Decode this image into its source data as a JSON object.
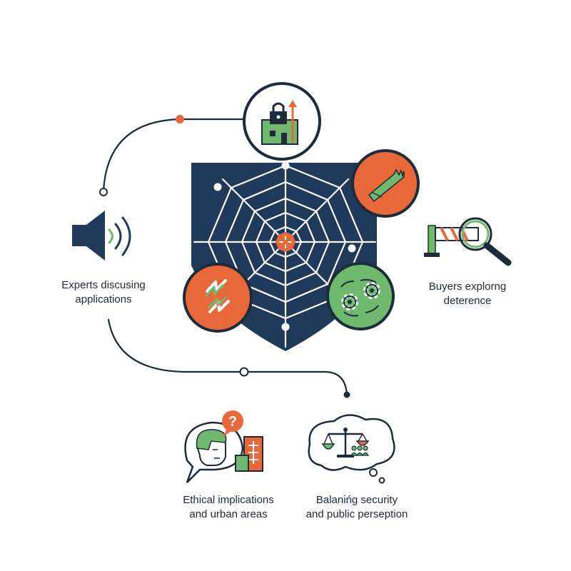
{
  "colors": {
    "navy": "#1f3a5a",
    "orange": "#e8683a",
    "green": "#6fb96f",
    "dark_line": "#1e2b3a",
    "white": "#ffffff"
  },
  "icons": {
    "top": "padlock-building-icon",
    "top_right": "saw-blade-icon",
    "bottom_left": "lightning-bolt-icon",
    "bottom_right": "gears-cycle-icon",
    "left": "speaker-icon",
    "right": "barrier-magnifier-icon",
    "bottom_left_group": "person-question-icon",
    "bottom_right_group": "scales-thought-bubble-icon"
  },
  "labels": {
    "experts": {
      "line1": "Experts discusing",
      "line2": "applications"
    },
    "buyers": {
      "line1": "Buyers explorng",
      "line2": "deterence"
    },
    "ethical": {
      "line1": "Ethical implications",
      "line2": "and urban areas"
    },
    "balancing": {
      "line1": "Balanińg security",
      "line2": "and public perseption"
    }
  }
}
